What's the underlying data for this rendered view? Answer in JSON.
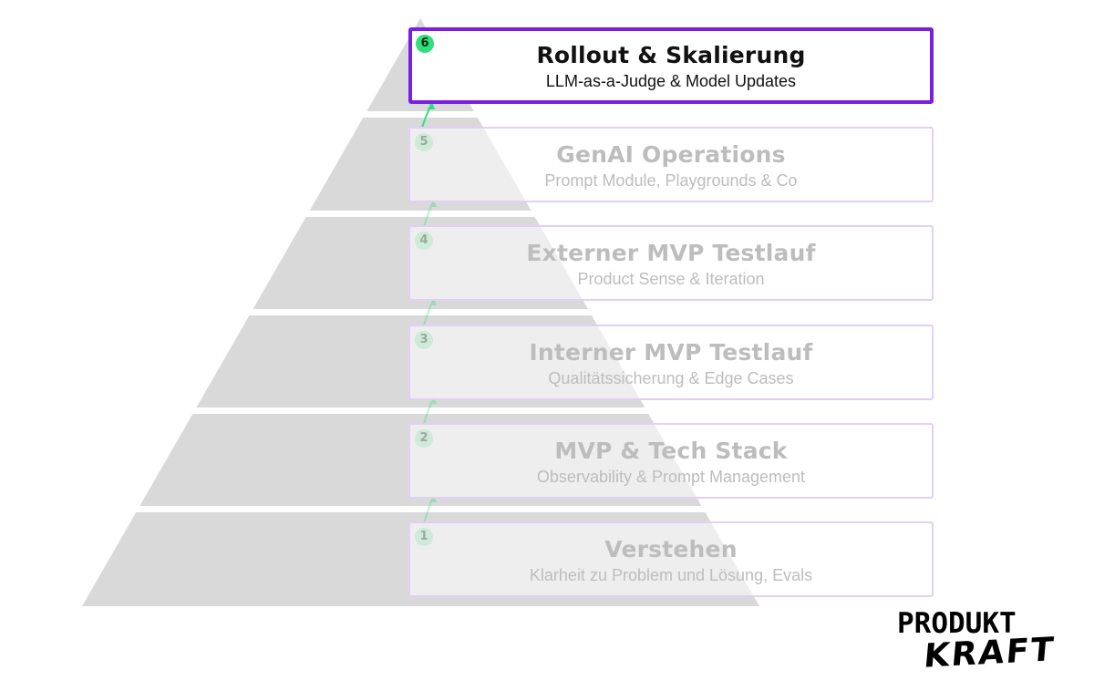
{
  "colors": {
    "pyramid": "#d9d9d9",
    "active_border": "#7a1fe0",
    "inactive_border": "#e2cff6",
    "active_badge": "#2ee17a",
    "arrow": "#2ee17a"
  },
  "levels": [
    {
      "number": "6",
      "title": "Rollout & Skalierung",
      "subtitle": "LLM-as-a-Judge & Model Updates",
      "active": true
    },
    {
      "number": "5",
      "title": "GenAI Operations",
      "subtitle": "Prompt Module, Playgrounds & Co",
      "active": false
    },
    {
      "number": "4",
      "title": "Externer MVP Testlauf",
      "subtitle": "Product Sense & Iteration",
      "active": false
    },
    {
      "number": "3",
      "title": "Interner MVP Testlauf",
      "subtitle": "Qualitätssicherung & Edge Cases",
      "active": false
    },
    {
      "number": "2",
      "title": "MVP & Tech Stack",
      "subtitle": "Observability & Prompt Management",
      "active": false
    },
    {
      "number": "1",
      "title": "Verstehen",
      "subtitle": "Klarheit zu Problem und Lösung, Evals",
      "active": false
    }
  ],
  "logo": {
    "line1": "PRODUKT",
    "line2": "KRAFT"
  }
}
